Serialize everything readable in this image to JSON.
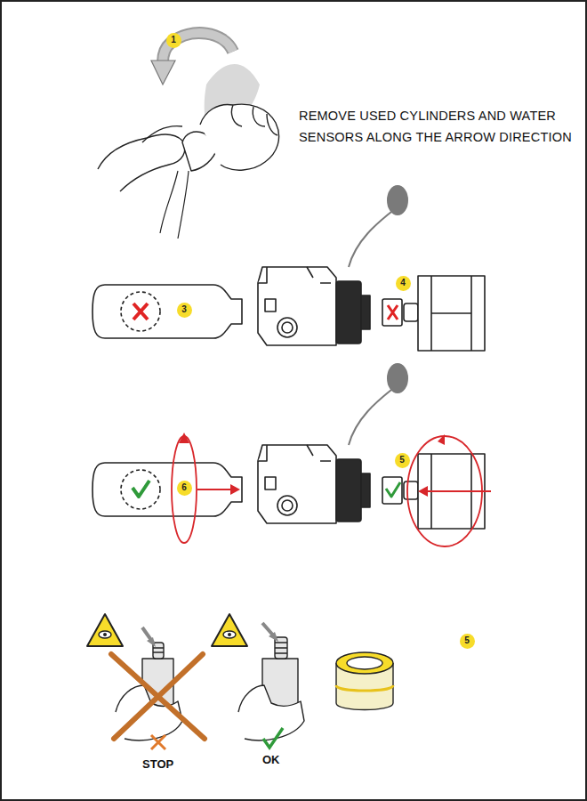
{
  "diagram": {
    "title": "REMOVE USED CYLINDERS AND WATER SENSORS ALONG THE ARROW DIRECTION",
    "nodes": [
      {
        "text": [
          "1"
        ]
      },
      {
        "text": [
          "4"
        ]
      },
      {
        "text": [
          "3"
        ]
      },
      {
        "text": [
          "5"
        ]
      },
      {
        "text": [
          "6"
        ]
      },
      {
        "text": [
          "5"
        ]
      }
    ],
    "labels": [
      "STOP",
      "OK"
    ]
  }
}
